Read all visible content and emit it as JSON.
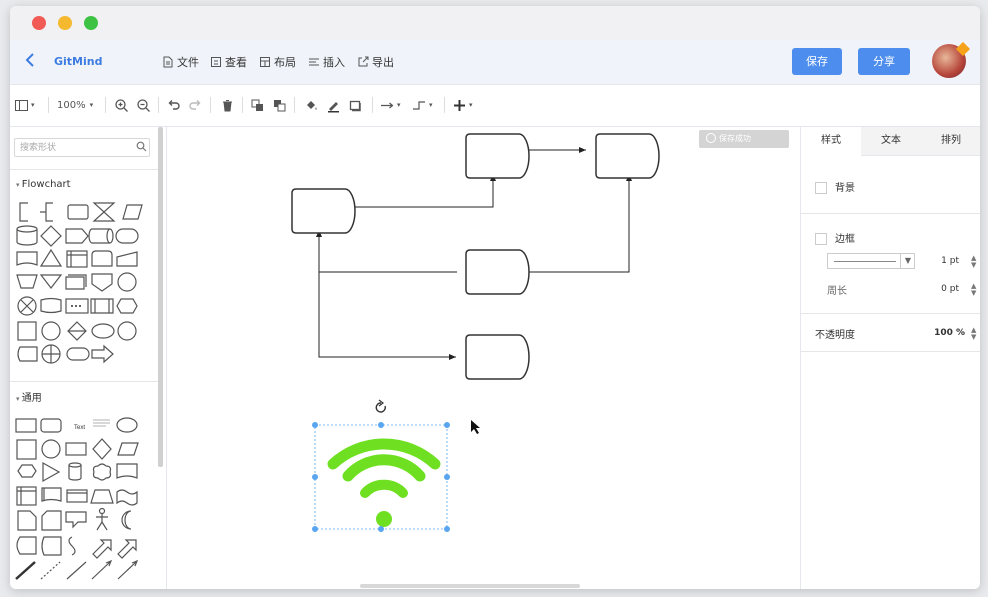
{
  "app": {
    "name": "GitMind"
  },
  "menu": [
    {
      "label": "文件",
      "icon": "file-icon"
    },
    {
      "label": "查看",
      "icon": "view-icon"
    },
    {
      "label": "布局",
      "icon": "layout-icon"
    },
    {
      "label": "插入",
      "icon": "insert-icon"
    },
    {
      "label": "导出",
      "icon": "export-icon"
    }
  ],
  "header": {
    "save_label": "保存",
    "share_label": "分享"
  },
  "toolbar": {
    "zoom": "100%"
  },
  "sidebar": {
    "search_placeholder": "搜索形状",
    "section_flowchart": "Flowchart",
    "section_general": "通用",
    "text_shape_label": "Text"
  },
  "canvas": {
    "toast": "保存成功"
  },
  "right_panel": {
    "tabs": [
      {
        "label": "样式",
        "active": true
      },
      {
        "label": "文本",
        "active": false
      },
      {
        "label": "排列",
        "active": false
      }
    ],
    "background_label": "背景",
    "border_label": "边框",
    "border_width": "1 pt",
    "perimeter_label": "周长",
    "perimeter_value": "0 pt",
    "opacity_label": "不透明度",
    "opacity_value": "100 %"
  },
  "colors": {
    "accent": "#4c8ded",
    "wifi": "#6ee021",
    "handle": "#59a5ef"
  }
}
